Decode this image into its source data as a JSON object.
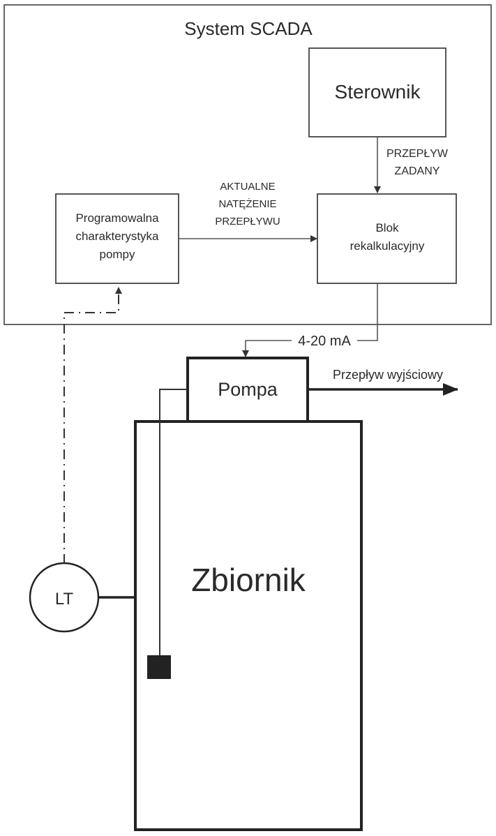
{
  "diagram": {
    "scada_system": {
      "title": "System SCADA"
    },
    "controller": {
      "label": "Sterownik"
    },
    "pump_characteristic": {
      "lines": [
        "Programowalna",
        "charakterystyka",
        "pompy"
      ]
    },
    "recalculation_block": {
      "lines": [
        "Blok",
        "rekalkulacyjny"
      ]
    },
    "setpoint_flow_signal": {
      "lines": [
        "PRZEPŁYW",
        "ZADANY"
      ]
    },
    "actual_flow_signal": {
      "lines": [
        "AKTUALNE",
        "NATĘŻENIE",
        "PRZEPŁYWU"
      ]
    },
    "control_signal": {
      "label": "4-20 mA"
    },
    "pump": {
      "label": "Pompa"
    },
    "output_flow": {
      "label": "Przepływ wyjściowy"
    },
    "tank": {
      "label": "Zbiornik"
    },
    "level_transmitter": {
      "label": "LT"
    }
  }
}
